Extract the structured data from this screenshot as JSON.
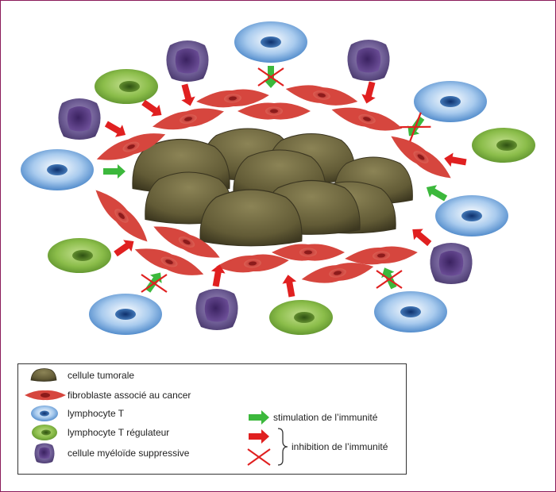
{
  "colors": {
    "frame": "#8a1a5a",
    "tumor": "#6b6440",
    "fibroblast": "#d9463f",
    "lymphocyte_t": "#5b9bd5",
    "treg": "#7fb040",
    "myeloid": "#6a5a8e",
    "stimulation_arrow": "#3cb83c",
    "inhibition_arrow": "#e02020",
    "cross": "#e02020"
  },
  "legend": {
    "tumor_cell": "cellule tumorale",
    "caf": "fibroblaste associé au cancer",
    "t_cell": "lymphocyte T",
    "treg": "lymphocyte T régulateur",
    "myeloid": "cellule myéloïde suppressive",
    "stimulation": "stimulation de l’immunité",
    "inhibition": "inhibition de l’immunité"
  },
  "icons": [
    "tumor-cell-icon",
    "fibroblast-icon",
    "t-cell-icon",
    "treg-cell-icon",
    "myeloid-cell-icon",
    "green-arrow-icon",
    "red-arrow-icon",
    "cross-icon",
    "brace-icon"
  ]
}
